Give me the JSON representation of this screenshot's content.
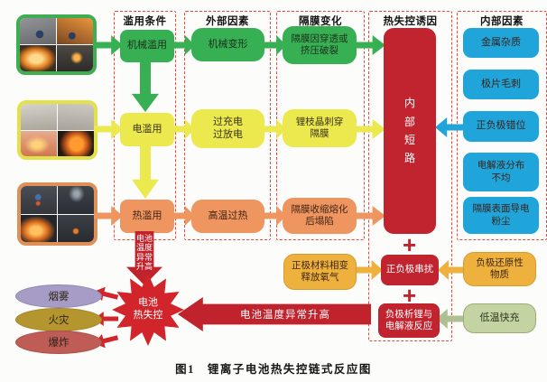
{
  "figure_caption": "图1　锂离子电池热失控链式反应图",
  "columns": {
    "abuse": {
      "title": "滥用条件"
    },
    "external": {
      "title": "外部因素"
    },
    "separator": {
      "title": "隔膜变化"
    },
    "trigger": {
      "title": "热失控诱因"
    },
    "internal": {
      "title": "内部因素"
    }
  },
  "nodes": {
    "mechanical_abuse": "机械滥用",
    "electrical_abuse": "电滥用",
    "thermal_abuse": "热滥用",
    "mechanical_deformation": "机械变形",
    "overcharge_overdischarge": "过充电\n过放电",
    "overheating": "高温过热",
    "separator_rupture": "隔膜因穿透或\n挤压破裂",
    "dendrite_piercing": "锂枝晶刺穿\n隔膜",
    "separator_collapse": "隔膜收缩熔化\n后塌陷",
    "internal_short_circuit": "内部短路",
    "electrode_crosstalk": "正负极串扰",
    "lithium_plating_reaction": "负极析锂与\n电解液反应",
    "metal_impurities": "金属杂质",
    "electrode_burrs": "极片毛刺",
    "electrode_misalignment": "正负极错位",
    "electrolyte_uneven": "电解液分布\n不均",
    "conductive_dust": "隔膜表面导电\n粉尘",
    "reductive_substances": "负极还原性\n物质",
    "low_temp_fast_charging": "低温快充",
    "cathode_phase_change": "正极材料相变\n释放氧气",
    "battery_thermal_runaway": "电池\n热失控"
  },
  "outcomes": {
    "smoke": "烟雾",
    "fire": "火灾",
    "explosion": "爆炸"
  },
  "arrow_labels": {
    "temp_rise_vertical": "电池温度异常升高",
    "temp_rise_horizontal": "电池温度异常升高"
  },
  "symbols": {
    "plus": "+"
  },
  "colors": {
    "green": "#37b053",
    "yellow": "#ebe94e",
    "orange": "#ee9560",
    "red": "#c1242e",
    "bright_red": "#d2252b",
    "blue": "#1fa5da",
    "amber": "#eeb13d",
    "sage": "#c3d3a2",
    "purple": "#a79cc5",
    "olive": "#b5952d",
    "brick": "#bf5c55",
    "dashed_border": "#e8473e"
  }
}
